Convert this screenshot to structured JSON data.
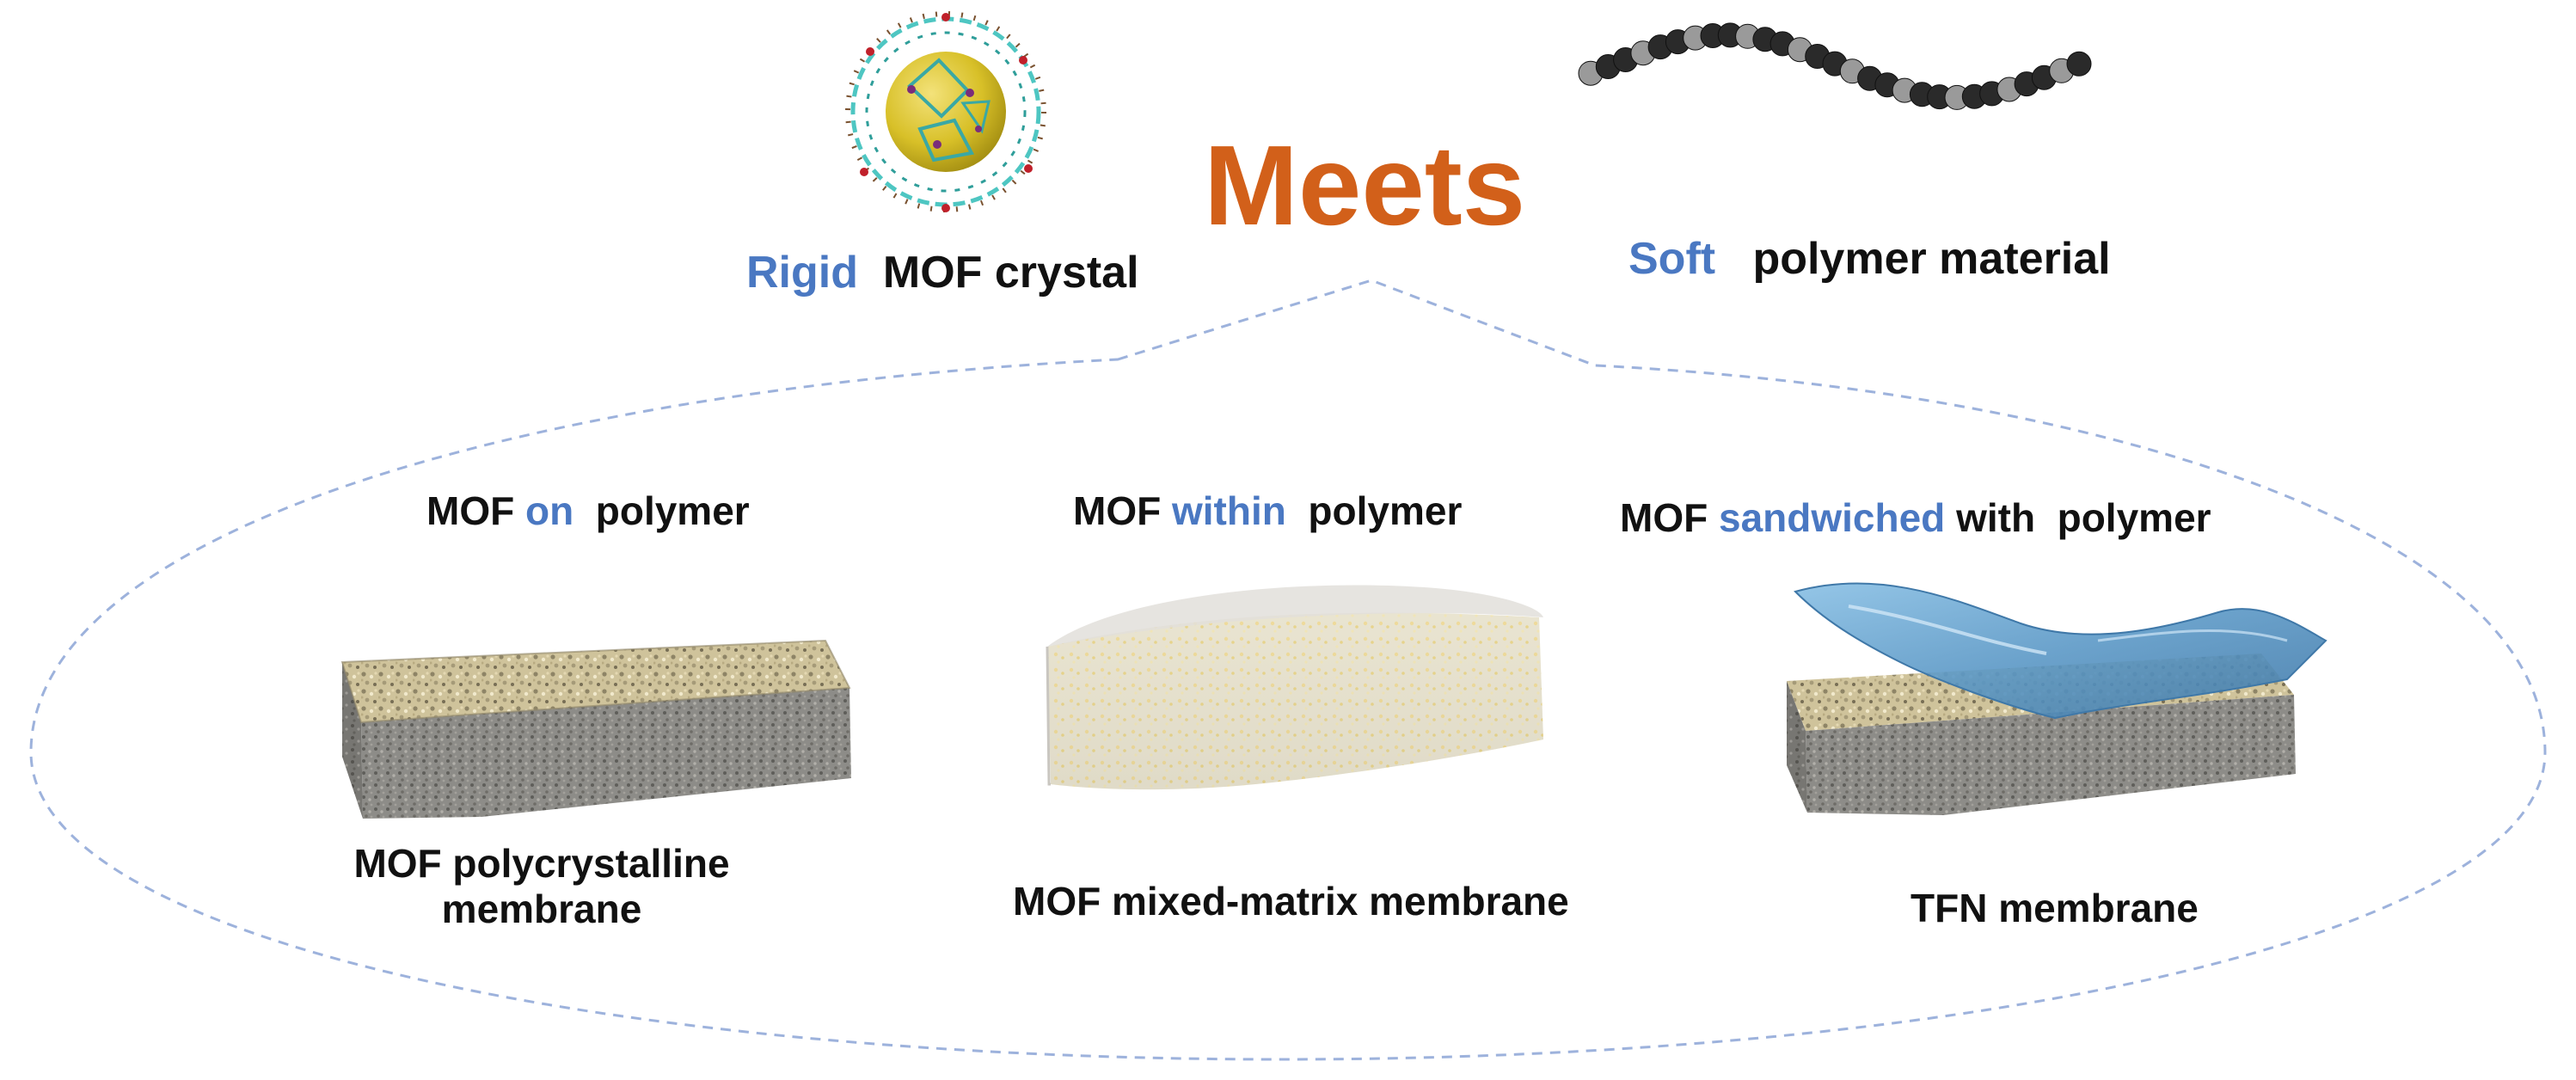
{
  "colors": {
    "accent_blue": "#4a78c2",
    "meets_orange": "#d2601a",
    "text_black": "#111111",
    "dashed_outline": "#9db2dc",
    "mof_sphere": "#d8c028",
    "mof_framework": "#4ec6c2",
    "membrane_top": "#c9bc92",
    "membrane_side": "#8a8a86",
    "polymer_film": "#5d9ac8",
    "matrix_gel": "#dcdad6"
  },
  "header": {
    "meets": "Meets",
    "rigid": {
      "accent": "Rigid",
      "rest": "MOF crystal",
      "icon": "mof-crystal-icon"
    },
    "soft": {
      "accent": "Soft",
      "rest": "polymer material",
      "icon": "polymer-chain-icon"
    }
  },
  "panels": [
    {
      "lead": "MOF",
      "accent": "on",
      "tail": "polymer",
      "caption_line1": "MOF polycrystalline",
      "caption_line2": "membrane"
    },
    {
      "lead": "MOF",
      "accent": "within",
      "tail": "polymer",
      "caption_line1": "MOF mixed-matrix membrane"
    },
    {
      "lead": "MOF",
      "accent": "sandwiched",
      "tail": "with  polymer",
      "caption_line1": "TFN membrane"
    }
  ]
}
